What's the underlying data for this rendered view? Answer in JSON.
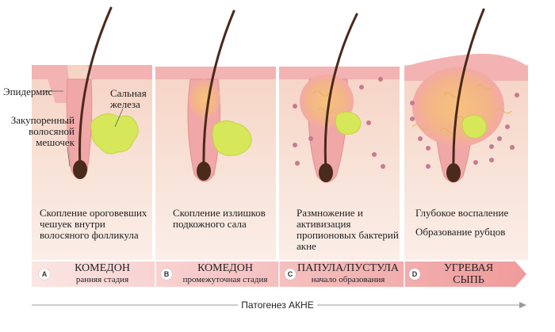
{
  "labels": {
    "epidermis": "Эпидермис",
    "follicle": [
      "Закупоренный",
      "волосяной",
      "мешочек"
    ],
    "gland": [
      "Сальная",
      "железа"
    ]
  },
  "stages": [
    {
      "letter": "A",
      "title": "КОМЕДОН",
      "subtitle": "ранняя стадия",
      "description": [
        "Скопление ороговевших",
        "чешуек внутри",
        "волосяного фолликула"
      ]
    },
    {
      "letter": "B",
      "title": "КОМЕДОН",
      "subtitle": "промежуточная стадия",
      "description": [
        "Скопление излишков",
        "подкожного сала"
      ]
    },
    {
      "letter": "C",
      "title": "ПАПУЛА/ПУСТУЛА",
      "subtitle": "начало образования",
      "description": [
        "Размножение и",
        "активизация",
        "пропионовых бактерий",
        "акне"
      ]
    },
    {
      "letter": "D",
      "title": "УГРЕВАЯ",
      "subtitle": "СЫПЬ",
      "description": [
        "Глубокое воспаление"
      ],
      "description2": "Образование рубцов"
    }
  ],
  "caption": "Патогенез АКНЕ",
  "colors": {
    "skin": "#f5ddd0",
    "dermis": "#f9eae2",
    "epidermis": "#f3b3b3",
    "sebum": "#d6e85a",
    "hair": "#4a2a1a",
    "bacteria": "#c9798e",
    "banner": "#f2a9a9"
  }
}
